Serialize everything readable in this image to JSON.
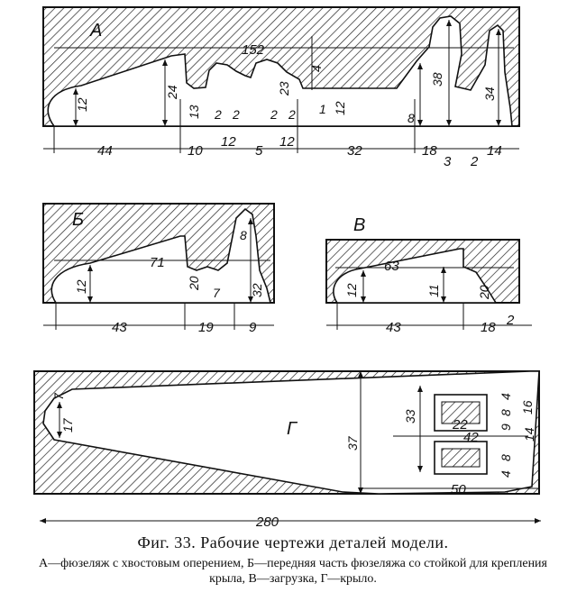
{
  "caption": {
    "title": "Фиг. 33. Рабочие чертежи деталей модели.",
    "legend": "А—фюзеляж с хвостовым оперением, Б—передняя часть фюзеляжа со стойкой для крепления крыла, В—загрузка, Г—крыло."
  },
  "parts": {
    "A": {
      "letter": "А",
      "dims": {
        "overall": "152",
        "nose_len": "44",
        "d10": "10",
        "d12a": "12",
        "d5": "5",
        "d12b": "12",
        "d32": "32",
        "d18": "18",
        "d3": "3",
        "d2_bottom": "2",
        "d14": "14",
        "h12_nose": "12",
        "h24": "24",
        "h13": "13",
        "s2a": "2",
        "s2b": "2",
        "s2c": "2",
        "s2d": "2",
        "h23": "23",
        "h4": "4",
        "h1": "1",
        "h12_mid": "12",
        "h8": "8",
        "h38": "38",
        "h34": "34"
      }
    },
    "B": {
      "letter": "Б",
      "dims": {
        "len71": "71",
        "len43": "43",
        "len19": "19",
        "len9": "9",
        "h12": "12",
        "h20": "20",
        "h7": "7",
        "h32": "32",
        "h8": "8"
      }
    },
    "V": {
      "letter": "В",
      "dims": {
        "len63": "63",
        "len43": "43",
        "len18": "18",
        "len2": "2",
        "h12": "12",
        "h11": "11",
        "h20": "20"
      }
    },
    "G": {
      "letter": "Г",
      "dims": {
        "len280": "280",
        "h7": "7",
        "h17": "17",
        "h37": "37",
        "h33": "33",
        "w22": "22",
        "w42": "42",
        "w50": "50",
        "h4a": "4",
        "h8a": "8",
        "h9": "9",
        "h8b": "8",
        "h4b": "4",
        "h16": "16",
        "h14": "14"
      }
    }
  }
}
